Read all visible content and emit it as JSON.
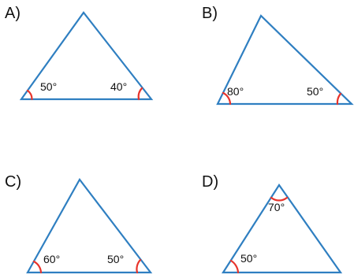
{
  "colors": {
    "triangle_stroke": "#2f7fc1",
    "angle_arc": "#e8342b",
    "text": "#111111"
  },
  "options": [
    {
      "label": "A)",
      "angles": [
        "50°",
        "40°"
      ]
    },
    {
      "label": "B)",
      "angles": [
        "80°",
        "50°"
      ]
    },
    {
      "label": "C)",
      "angles": [
        "60°",
        "50°"
      ]
    },
    {
      "label": "D)",
      "angles": [
        "70°",
        "50°"
      ]
    }
  ]
}
